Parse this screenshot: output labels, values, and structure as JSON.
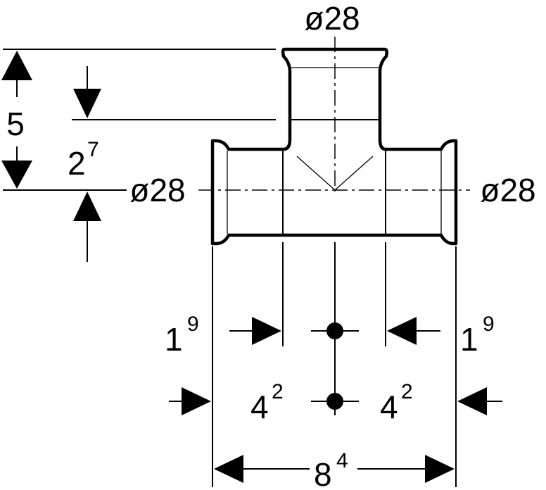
{
  "labels": {
    "top_diameter": "ø28",
    "left_diameter": "ø28",
    "right_diameter": "ø28",
    "height_total": "5",
    "height_branch_base": "2",
    "height_branch_sup": "7",
    "socket_left_base": "1",
    "socket_left_sup": "9",
    "socket_right_base": "1",
    "socket_right_sup": "9",
    "half_left_base": "4",
    "half_left_sup": "2",
    "half_right_base": "4",
    "half_right_sup": "2",
    "length_total_base": "8",
    "length_total_sup": "4"
  }
}
